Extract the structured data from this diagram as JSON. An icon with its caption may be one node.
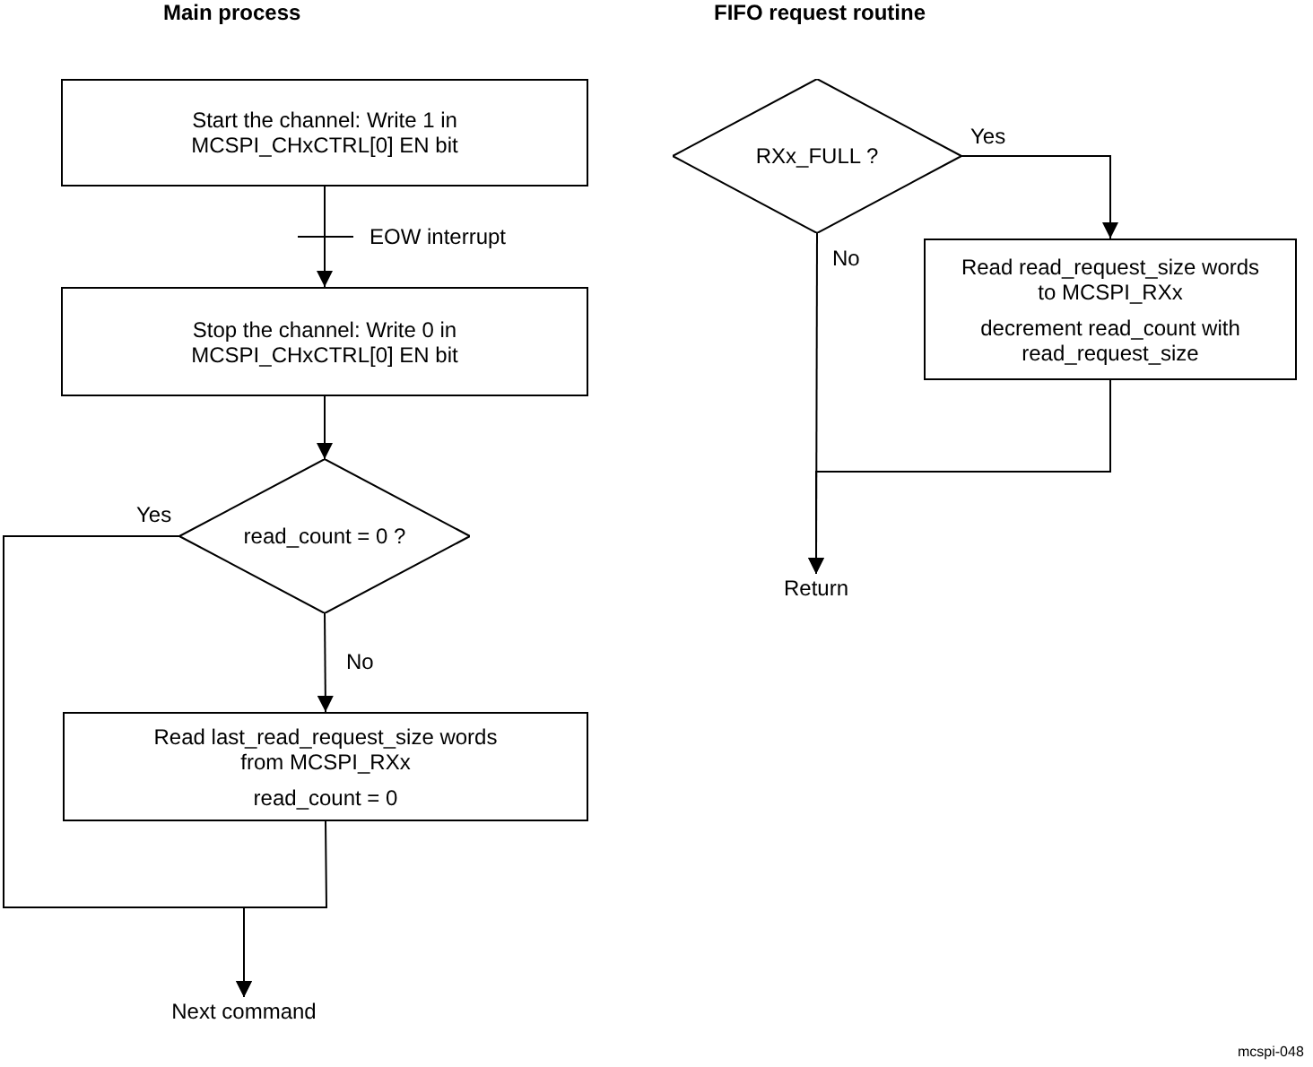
{
  "diagram": {
    "nodes": [
      {
        "text": [
          "Start the channel: Write 1 in MCSPI_CHxCTRL[0] EN bit"
        ]
      },
      {
        "text": [
          "Stop the channel: Write 0 in MCSPI_CHxCTRL[0] EN bit"
        ]
      },
      {
        "text": [
          "read_count = 0 ?"
        ]
      },
      {
        "text": [
          "Read last_read_request_size words from MCSPI_RXx",
          "read_count = 0"
        ]
      },
      {
        "text": [
          "Next command"
        ]
      },
      {
        "text": [
          "RXx_FULL ?"
        ]
      },
      {
        "text": [
          "Read read_request_size words to MCSPI_RXx",
          "decrement read_count with read_request_size"
        ]
      },
      {
        "text": [
          "Return"
        ]
      }
    ],
    "edges": [
      {
        "from": 0,
        "to": 1,
        "arrow": "to",
        "label": "EOW interrupt"
      },
      {
        "from": 1,
        "to": 2,
        "arrow": "to"
      },
      {
        "from": 2,
        "to": 3,
        "arrow": "to",
        "label": "No"
      },
      {
        "from": 3,
        "to": 4,
        "arrow": "to"
      },
      {
        "from": 2,
        "to": 4,
        "arrow": "to",
        "label": "Yes"
      },
      {
        "from": 5,
        "to": 6,
        "arrow": "to",
        "label": "Yes"
      },
      {
        "from": 5,
        "to": 7,
        "arrow": "to",
        "label": "No"
      },
      {
        "from": 6,
        "to": 7,
        "arrow": "to"
      }
    ],
    "labels": [
      "Main process",
      "FIFO request routine",
      "mcspi-048"
    ]
  }
}
